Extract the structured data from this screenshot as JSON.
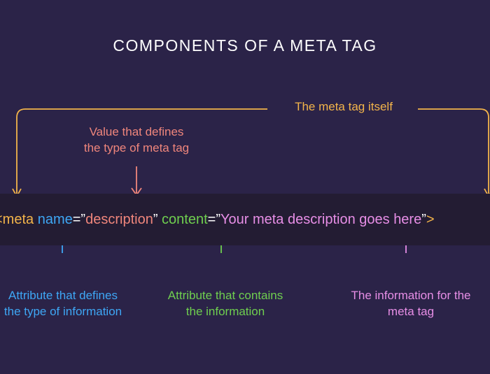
{
  "title": "COMPONENTS OF A META TAG",
  "labels": {
    "meta_tag_itself": "The meta tag itself",
    "value_defines_line1": "Value that defines",
    "value_defines_line2": "the type of meta tag",
    "attr_defines_line1": "Attribute that defines",
    "attr_defines_line2": "the type of information",
    "attr_contains_line1": "Attribute that contains",
    "attr_contains_line2": "the information",
    "info_line1": "The information for the",
    "info_line2": "meta tag"
  },
  "code": {
    "open": "<meta",
    "space1": " ",
    "name_attr": "name",
    "eq1": "=”",
    "name_value": "description",
    "close_quote1": "”",
    "space2": " ",
    "content_attr": "content",
    "eq2": "=”",
    "content_value": "Your meta description goes here",
    "close_quote2": "”",
    "close": ">"
  },
  "colors": {
    "background": "#2b2348",
    "code_band": "#231c33",
    "yellow": "#f3b44a",
    "salmon": "#f0867c",
    "blue": "#3ea7f5",
    "green": "#6fcf4f",
    "pink": "#e78ee6"
  },
  "icons": {
    "bracket": "bracket-line",
    "arrow_down": "arrow-down-icon",
    "arrow_up": "arrow-up-icon"
  }
}
